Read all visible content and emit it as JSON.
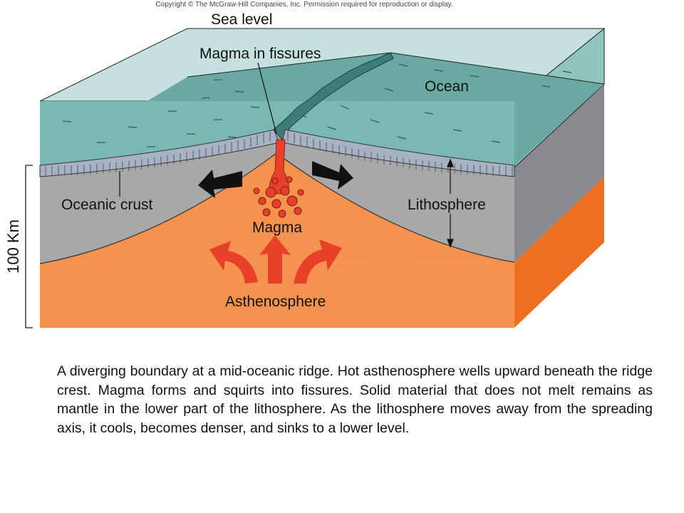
{
  "diagram": {
    "copyright": "Copyright © The McGraw-Hill Companies, Inc. Permission required for reproduction or display.",
    "labels": {
      "sea_level": "Sea level",
      "magma_in_fissures": "Magma in fissures",
      "ocean": "Ocean",
      "oceanic_crust": "Oceanic crust",
      "lithosphere": "Lithosphere",
      "magma": "Magma",
      "asthenosphere": "Asthenosphere",
      "scale": "100 Km"
    },
    "colors": {
      "ocean_top": "#c5e0de",
      "ocean_front": "#7ab9b2",
      "seafloor": "#6aa9a1",
      "crust": "#a7b3c4",
      "lithosphere_front": "#a8a8ab",
      "lithosphere_side": "#8a8a8e",
      "asthenosphere_front": "#f4924e",
      "asthenosphere_side": "#ee6e22",
      "magma": "#e8402a",
      "arrow_dark": "#111111"
    }
  },
  "caption": "A diverging boundary at a mid-oceanic ridge. Hot asthenosphere wells upward beneath the ridge crest. Magma forms and squirts into fissures. Solid material that does not melt remains as mantle in the lower part of the lithosphere. As the lithosphere moves away from the spreading axis, it cools, becomes denser, and sinks to a lower level."
}
